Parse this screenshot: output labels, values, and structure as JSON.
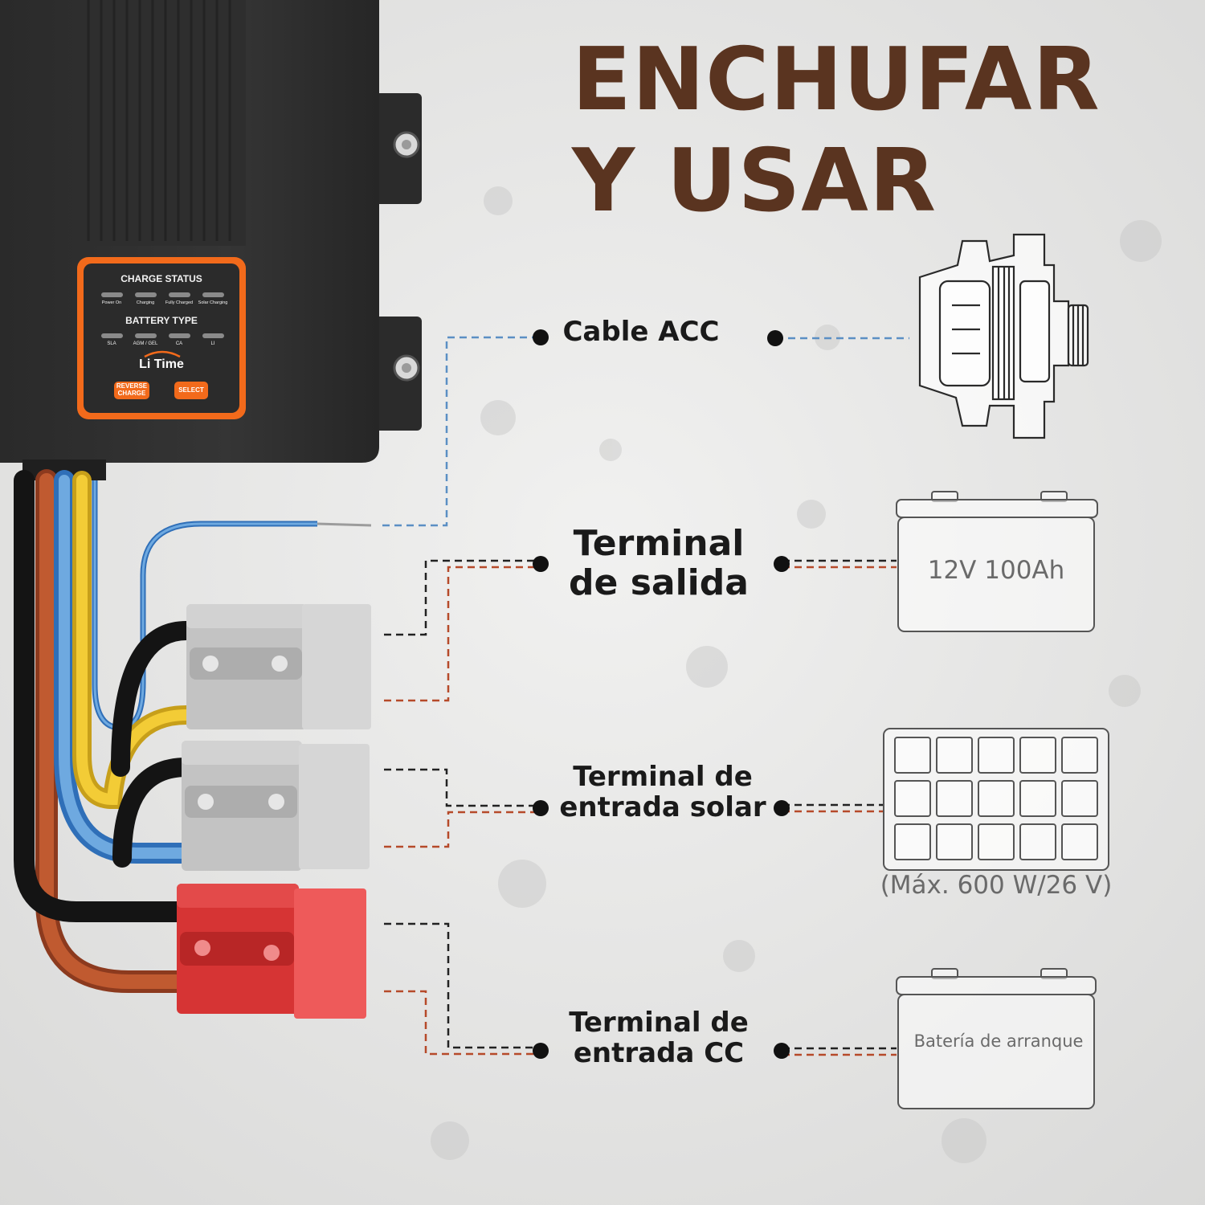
{
  "headline": {
    "line1": "ENCHUFAR",
    "line2": "Y USAR"
  },
  "panel": {
    "charge_status_title": "CHARGE STATUS",
    "charge_status_items": [
      "Power On",
      "Charging",
      "Fully Charged",
      "Solar Charging"
    ],
    "battery_type_title": "BATTERY TYPE",
    "battery_type_items": [
      "SLA",
      "AGM / GEL",
      "CA",
      "LI"
    ],
    "brand": "Li Time",
    "reverse_charge_label": "REVERSE CHARGE",
    "select_label": "SELECT"
  },
  "connections": {
    "acc": {
      "label": "Cable ACC"
    },
    "output": {
      "label_line1": "Terminal",
      "label_line2": "de salida",
      "device_text": "12V 100Ah"
    },
    "solar": {
      "label_line1": "Terminal de",
      "label_line2": "entrada solar",
      "device_note": "(Máx. 600 W/26 V)"
    },
    "dc": {
      "label_line1": "Terminal de",
      "label_line2": "entrada CC",
      "device_text": "Batería de arranque"
    }
  },
  "colors": {
    "headline": "#5a3420",
    "acc_line": "#5b8fc4",
    "positive_line": "#b64a2a",
    "negative_line": "#222222",
    "accent": "#f26a1b"
  },
  "icons": [
    "alternator-icon",
    "battery-icon",
    "solar-panel-icon",
    "starter-battery-icon"
  ]
}
